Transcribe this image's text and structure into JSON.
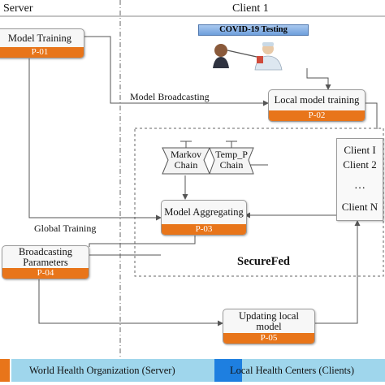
{
  "lanes": {
    "server": "Server",
    "client": "Client 1"
  },
  "processes": {
    "model_training": {
      "label": "Model Training",
      "id": "P-01"
    },
    "local_training": {
      "label": "Local model training",
      "id": "P-02"
    },
    "aggregating": {
      "label": "Model Aggregating",
      "id": "P-03"
    },
    "broadcasting": {
      "label": "Broadcasting Parameters",
      "id": "P-04"
    },
    "updating": {
      "label": "Updating local model",
      "id": "P-05"
    }
  },
  "edges": {
    "model_broadcasting": "Model Broadcasting",
    "global_training": "Global Training"
  },
  "covid_banner": "COVID-19 Testing",
  "securefed": "SecureFed",
  "components": {
    "markov": "Markov Chain",
    "temp_p": "Temp_P Chain"
  },
  "clients": [
    "Client I",
    "Client 2",
    "Client N"
  ],
  "clients_ellipsis": "…",
  "footer": {
    "server": "World Health Organization (Server)",
    "clients": "Local Health Centers (Clients)"
  },
  "colors": {
    "orange": "#e8751a",
    "footer_blue": "#9fd6ec",
    "footer_accent": "#1e7fe0"
  },
  "icons": [
    "patient-icon",
    "doctor-icon",
    "swab-icon"
  ]
}
